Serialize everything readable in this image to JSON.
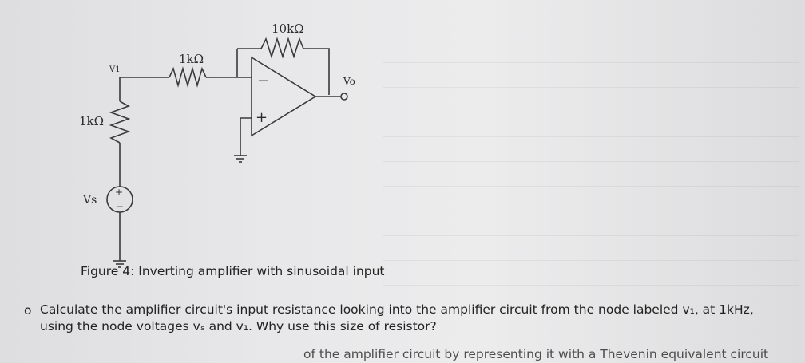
{
  "circuit": {
    "r_feedback": "10kΩ",
    "r_input": "1kΩ",
    "r_source": "1kΩ",
    "node_v1": "V1",
    "node_vo": "Vo",
    "source": "Vs",
    "source_plus": "+",
    "source_minus": "−",
    "opamp_minus": "−",
    "opamp_plus": "+"
  },
  "caption": "Figure 4: Inverting amplifier with sinusoidal input",
  "question": {
    "bullet": "o",
    "line1": "Calculate the amplifier circuit's input resistance looking into the amplifier circuit from the node labeled v₁, at 1kHz,",
    "line2": "using the node voltages vₛ and v₁. Why use this size of resistor?",
    "line3": "of the amplifier circuit by representing it with a Thevenin equivalent circuit"
  }
}
